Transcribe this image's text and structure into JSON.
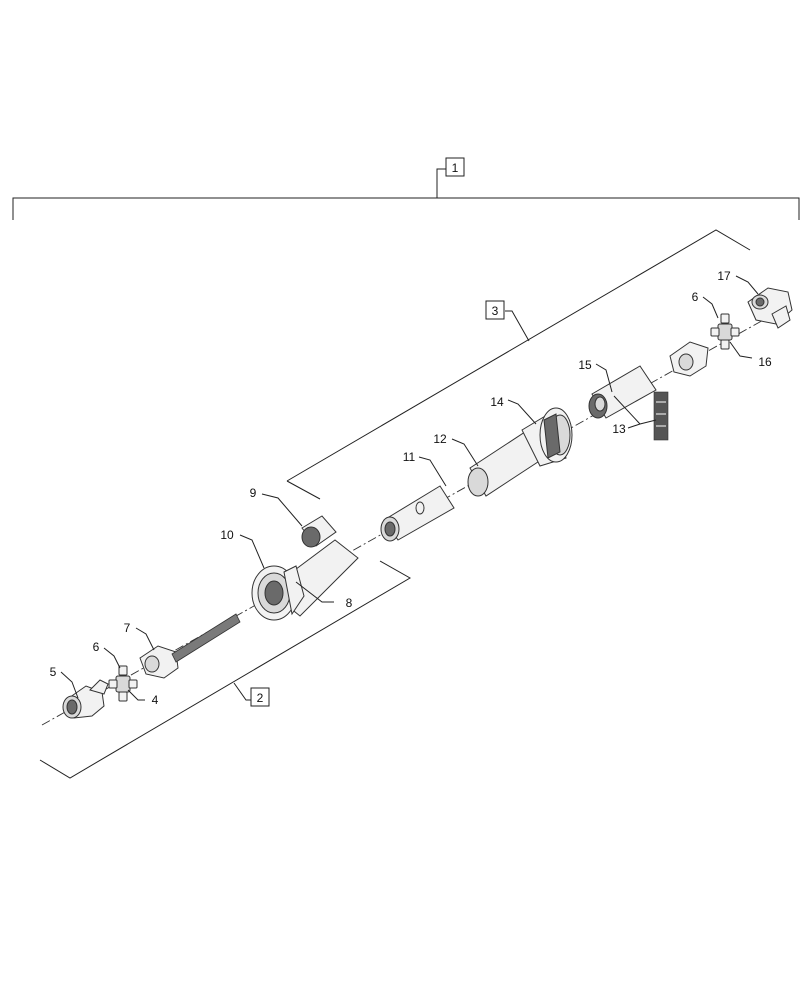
{
  "callouts": {
    "box_1": "1",
    "box_2": "2",
    "box_3": "3",
    "p4": "4",
    "p5": "5",
    "p6a": "6",
    "p6b": "6",
    "p7": "7",
    "p8": "8",
    "p9": "9",
    "p10": "10",
    "p11": "11",
    "p12": "12",
    "p13": "13",
    "p14": "14",
    "p15": "15",
    "p16": "16",
    "p17": "17"
  },
  "colors": {
    "line": "#222222",
    "part_fill": "#f2f2f2",
    "part_shadow": "#6a6a6a"
  }
}
